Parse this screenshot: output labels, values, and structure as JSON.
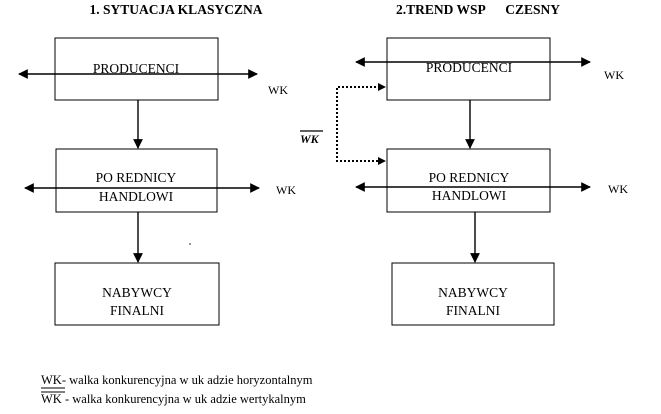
{
  "left": {
    "title": "1. SYTUACJA KLASYCZNA",
    "box_producers": "PRODUCENCI",
    "box_intermediaries_line1": "PO REDNICY",
    "box_intermediaries_line2": "HANDLOWI",
    "box_buyers_line1": "NABYWCY",
    "box_buyers_line2": "FINALNI",
    "wk_top": "WK",
    "wk_middle": "WK"
  },
  "right": {
    "title": "2.TREND WSP      CZESNY",
    "box_producers": "PRODUCENCI",
    "box_intermediaries_line1": "PO REDNICY",
    "box_intermediaries_line2": "HANDLOWI",
    "box_buyers_line1": "NABYWCY",
    "box_buyers_line2": "FINALNI",
    "wk_top": "WK",
    "wk_middle": "WK",
    "wk_vertical": "WK"
  },
  "legend": {
    "line1_symbol": "WK",
    "line1_text": "- walka konkurencyjna w uk adzie horyzontalnym",
    "line2_symbol": "WK",
    "line2_text": " - walka konkurencyjna w uk adzie wertykalnym"
  }
}
